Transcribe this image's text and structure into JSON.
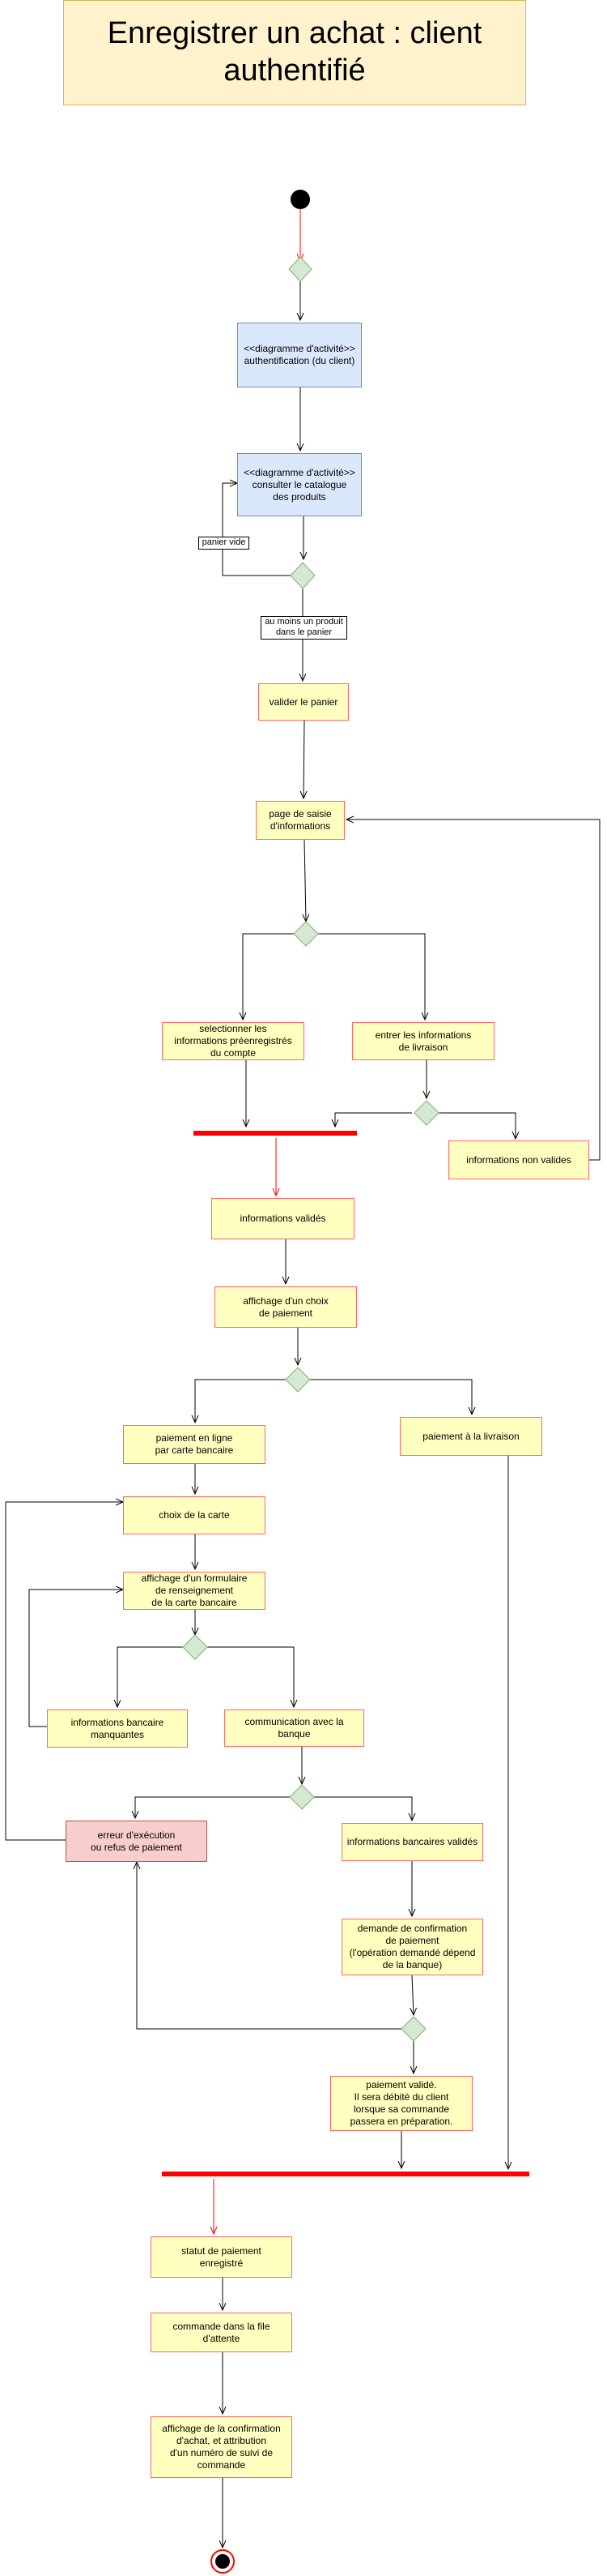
{
  "title": "Enregistrer un achat : client authentifié",
  "activities": {
    "auth": "<<diagramme d'activité>>\nauthentification (du client)",
    "catalogue": "<<diagramme d'activité>>\nconsulter le catalogue\ndes produits",
    "valider_panier": "valider le panier",
    "saisie": "page de saisie\nd'informations",
    "preenregistres": "selectionner les\ninformations préenregistrés\ndu compte",
    "entrer_livraison": "entrer les informations\nde livraison",
    "non_valides": "informations non valides",
    "valides": "informations validés",
    "choix_paiement": "affichage d'un choix\nde paiement",
    "carte": "paiement en ligne\npar carte bancaire",
    "livraison": "paiement à la livraison",
    "choix_carte": "choix de la carte",
    "formulaire": "affichage d'un formulaire\nde renseignement\nde la carte bancaire",
    "manquantes": "informations bancaire\nmanquantes",
    "communication": "communication avec la banque",
    "erreur": "erreur d'exécution\nou refus de paiement",
    "bancaires_validees": "informations bancaires validés",
    "demande_confirmation": "demande de confirmation\nde paiement\n(l'opération demandé dépend\nde la banque)",
    "paiement_valide": "paiement validé.\nIl sera débité du client\nlorsque sa commande\npassera en préparation.",
    "statut": "statut de paiement\nenregistré",
    "file_attente": "commande dans la file\nd'attente",
    "confirmation": "affichage de la confirmation\nd'achat, et attribution\nd'un numéro de suivi de\ncommande"
  },
  "guards": {
    "panier_vide": "panier vide",
    "au_moins": "au moins un produit\ndans le panier"
  },
  "colors": {
    "activity_fill": "#ffffc0",
    "activity_border": "#ff6666",
    "subdiagram_fill": "#dae8fc",
    "subdiagram_border": "#6c8ebf",
    "error_fill": "#f8cecc",
    "decision_fill": "#d5e8d4",
    "bar": "#ff0000",
    "title_fill": "#fff2cc"
  }
}
